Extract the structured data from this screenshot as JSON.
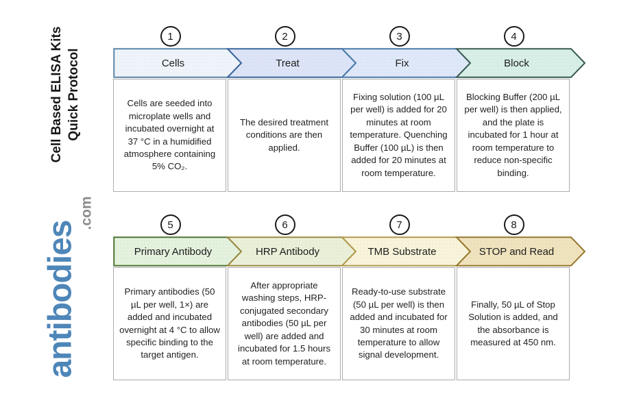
{
  "sidebar": {
    "title_line1": "Cell Based ELISA Kits",
    "title_line2": "Quick Protocol",
    "logo_text": "antibodies",
    "logo_suffix": ".com",
    "logo_color": "#4e86b8",
    "logo_suffix_color": "#8c8c8c"
  },
  "steps": [
    {
      "number": "1",
      "label": "Cells",
      "fill": "#eef4fa",
      "stroke": "#5c86a8",
      "description": "Cells are seeded into microplate wells and incubated overnight at 37 °C in a humidified atmosphere containing 5% CO₂."
    },
    {
      "number": "2",
      "label": "Treat",
      "fill": "#dde4f8",
      "stroke": "#3c669c",
      "description": "The desired treatment conditions are then applied."
    },
    {
      "number": "3",
      "label": "Fix",
      "fill": "#dfe8f8",
      "stroke": "#4a7aa8",
      "description": "Fixing solution (100 µL per well) is added for 20 minutes at room temperature. Quenching Buffer (100 µL) is then added for 20 minutes at room temperature."
    },
    {
      "number": "4",
      "label": "Block",
      "fill": "#d7efe6",
      "stroke": "#3a5a54",
      "description": "Blocking Buffer (200 µL per well) is then applied, and the plate is incubated for 1 hour at room temperature to reduce non-specific binding."
    },
    {
      "number": "5",
      "label": "Primary Antibody",
      "fill": "#e3f1dd",
      "stroke": "#4f7534",
      "description": "Primary antibodies (50 µL per well, 1×) are added and incubated overnight at 4 °C to allow specific binding to the target antigen."
    },
    {
      "number": "6",
      "label": "HRP Antibody",
      "fill": "#eaf0d8",
      "stroke": "#9d8b42",
      "description": "After appropriate washing steps, HRP-conjugated secondary antibodies (50 µL per well) are added and incubated for 1.5 hours at room temperature."
    },
    {
      "number": "7",
      "label": "TMB Substrate",
      "fill": "#f8f4d9",
      "stroke": "#b39a4e",
      "description": "Ready-to-use substrate (50 µL per well) is then added and incubated for 30 minutes at room temperature to allow signal development."
    },
    {
      "number": "8",
      "label": "STOP and Read",
      "fill": "#efe3bd",
      "stroke": "#97782e",
      "description": "Finally, 50 µL of Stop Solution is added, and the absorbance is measured at 450 nm."
    }
  ]
}
